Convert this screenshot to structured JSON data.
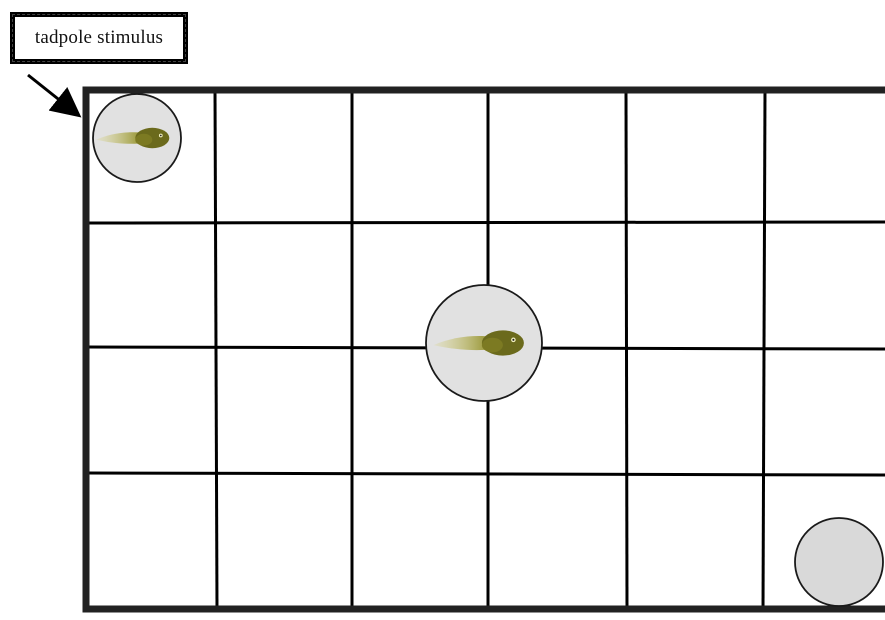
{
  "label": {
    "text": "tadpole stimulus"
  },
  "arena": {
    "columns": 6,
    "rows": 4,
    "background": "#ffffff",
    "line_color": "#000000"
  },
  "dishes": [
    {
      "name": "dish-top-left",
      "has_tadpole": true
    },
    {
      "name": "dish-center",
      "has_tadpole": true
    },
    {
      "name": "dish-bottom-right",
      "has_tadpole": false
    }
  ],
  "colors": {
    "dish_fill": "#dcdcdc",
    "dish_stroke": "#222222",
    "tadpole_body": "#6b6a1c",
    "tadpole_tail": "#9a9530"
  }
}
